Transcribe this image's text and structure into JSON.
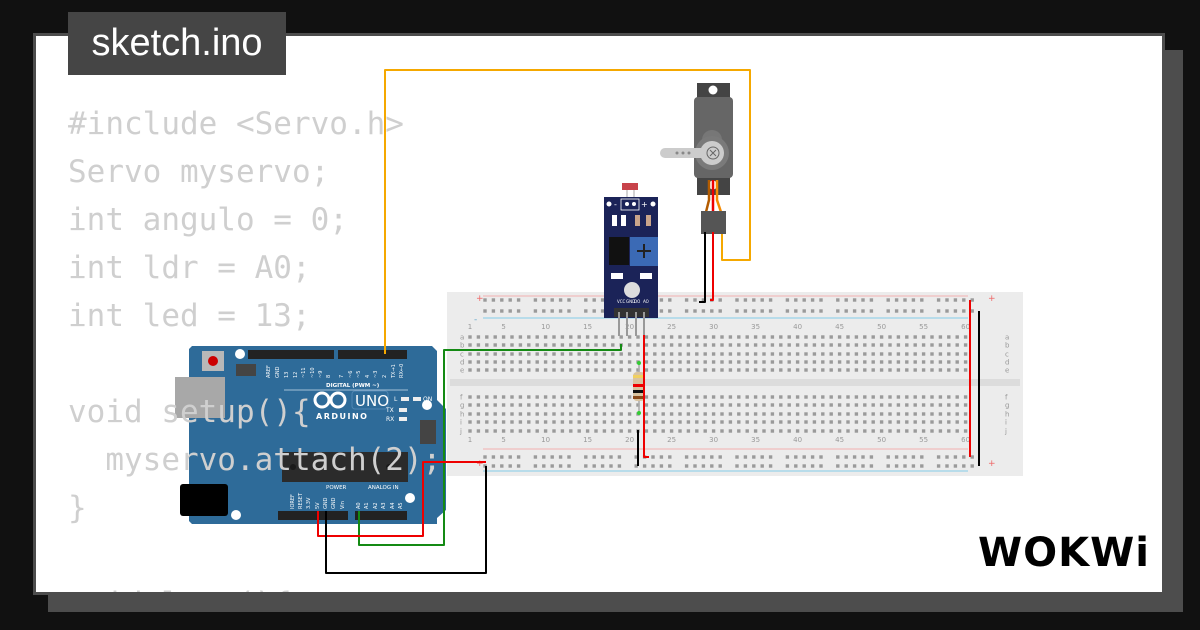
{
  "title": "sketch.ino",
  "code_lines": [
    "#include <Servo.h>",
    "Servo myservo;",
    "int angulo = 0;",
    "int ldr = A0;",
    "int led = 13;",
    "",
    "void setup(){",
    "  myservo.attach(2);",
    "}",
    "",
    "void loop(){"
  ],
  "arduino": {
    "model": "UNO",
    "brand": "ARDUINO",
    "digital_label": "DIGITAL (PWM ~)",
    "power_label": "POWER",
    "analog_label": "ANALOG IN",
    "on_label": "ON",
    "led_l": "L",
    "led_tx": "TX",
    "led_rx": "RX",
    "top_pins": [
      "AREF",
      "GND",
      "13",
      "12",
      "~11",
      "~10",
      "~9",
      "8",
      "7",
      "~6",
      "~5",
      "4",
      "~3",
      "2",
      "TX→1",
      "RX←0"
    ],
    "bottom_pins": [
      "IOREF",
      "RESET",
      "3.3V",
      "5V",
      "GND",
      "GND",
      "Vin",
      "A0",
      "A1",
      "A2",
      "A3",
      "A4",
      "A5"
    ]
  },
  "breadboard": {
    "column_labels": [
      "1",
      "5",
      "10",
      "15",
      "20",
      "25",
      "30",
      "35",
      "40",
      "45",
      "50",
      "55",
      "60"
    ],
    "row_labels_top": [
      "a",
      "b",
      "c",
      "d",
      "e"
    ],
    "row_labels_bottom": [
      "f",
      "g",
      "h",
      "i",
      "j"
    ],
    "plus": "+",
    "minus": "-"
  },
  "sensor": {
    "pin_labels": [
      "VCC",
      "GND",
      "DO",
      "AO"
    ],
    "minus": "-",
    "plus": "+"
  },
  "logo": "WOKWi",
  "colors": {
    "board": "#2e6b99",
    "wire_orange": "#f5a800",
    "wire_green": "#148a14",
    "wire_red": "#e00000",
    "wire_black": "#000000",
    "sensor": "#1b2358"
  }
}
